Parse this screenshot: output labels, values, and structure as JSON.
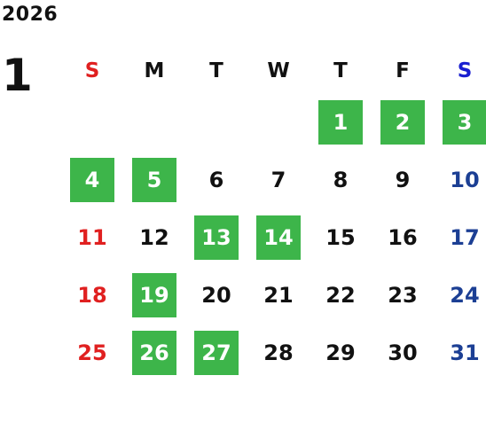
{
  "year": "2026",
  "month": "1",
  "weekdays": [
    "S",
    "M",
    "T",
    "W",
    "T",
    "F",
    "S"
  ],
  "colors": {
    "highlight": "#3db54a",
    "sunday": "#e02020",
    "saturday": "#1c3f94",
    "saturday_header": "#1a1fd0",
    "weekday": "#111111"
  },
  "weeks": [
    [
      {
        "day": ""
      },
      {
        "day": ""
      },
      {
        "day": ""
      },
      {
        "day": ""
      },
      {
        "day": "1",
        "highlight": true
      },
      {
        "day": "2",
        "highlight": true
      },
      {
        "day": "3",
        "highlight": true
      }
    ],
    [
      {
        "day": "4",
        "highlight": true
      },
      {
        "day": "5",
        "highlight": true
      },
      {
        "day": "6"
      },
      {
        "day": "7"
      },
      {
        "day": "8"
      },
      {
        "day": "9"
      },
      {
        "day": "10"
      }
    ],
    [
      {
        "day": "11"
      },
      {
        "day": "12"
      },
      {
        "day": "13",
        "highlight": true
      },
      {
        "day": "14",
        "highlight": true
      },
      {
        "day": "15"
      },
      {
        "day": "16"
      },
      {
        "day": "17"
      }
    ],
    [
      {
        "day": "18"
      },
      {
        "day": "19",
        "highlight": true
      },
      {
        "day": "20"
      },
      {
        "day": "21"
      },
      {
        "day": "22"
      },
      {
        "day": "23"
      },
      {
        "day": "24"
      }
    ],
    [
      {
        "day": "25"
      },
      {
        "day": "26",
        "highlight": true
      },
      {
        "day": "27",
        "highlight": true
      },
      {
        "day": "28"
      },
      {
        "day": "29"
      },
      {
        "day": "30"
      },
      {
        "day": "31"
      }
    ]
  ]
}
